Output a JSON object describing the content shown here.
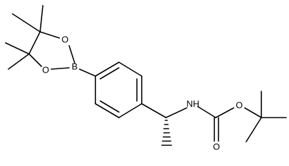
{
  "atoms": {
    "boron": "B",
    "ring_oxygen_upper": "O",
    "ring_oxygen_lower": "O",
    "amine": "NH",
    "carbonyl_oxygen": "O",
    "ester_oxygen": "O"
  },
  "colors": {
    "bond": "#000000",
    "label": "#000000",
    "background": "#ffffff"
  }
}
